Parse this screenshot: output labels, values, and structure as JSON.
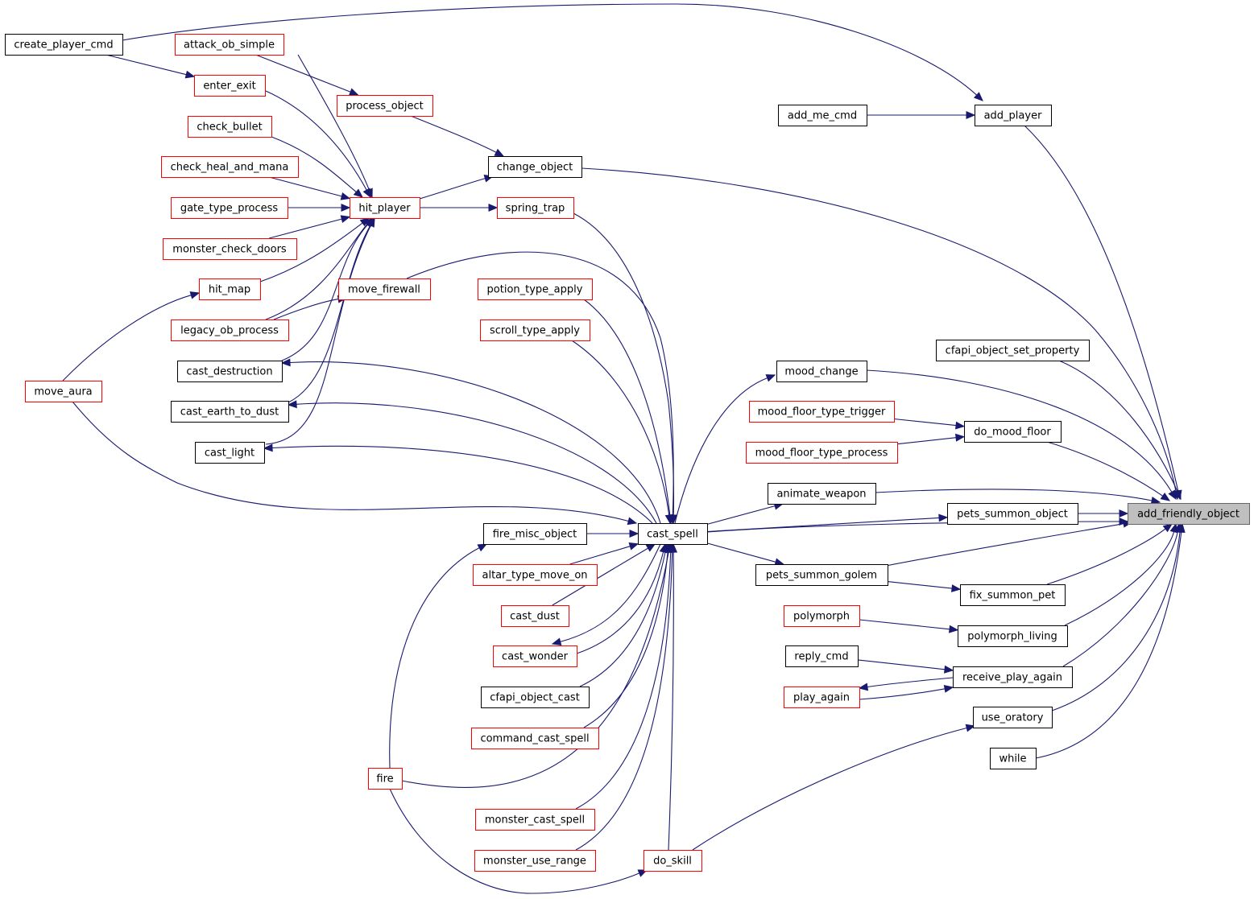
{
  "colors": {
    "edge": "#191970",
    "border_default": "#000000",
    "border_external": "#ff0000",
    "focus_fill": "#bfbfbf",
    "fill": "#ffffff"
  },
  "nodes": {
    "add_friendly_object": {
      "label": "add_friendly_object",
      "style": "focus"
    },
    "add_player": {
      "label": "add_player",
      "style": "black"
    },
    "add_me_cmd": {
      "label": "add_me_cmd",
      "style": "black"
    },
    "create_player_cmd": {
      "label": "create_player_cmd",
      "style": "black"
    },
    "attack_ob_simple": {
      "label": "attack_ob_simple",
      "style": "red"
    },
    "enter_exit": {
      "label": "enter_exit",
      "style": "red"
    },
    "process_object": {
      "label": "process_object",
      "style": "red"
    },
    "check_bullet": {
      "label": "check_bullet",
      "style": "red"
    },
    "check_heal_and_mana": {
      "label": "check_heal_and_mana",
      "style": "red"
    },
    "gate_type_process": {
      "label": "gate_type_process",
      "style": "red"
    },
    "monster_check_doors": {
      "label": "monster_check_doors",
      "style": "red"
    },
    "hit_map": {
      "label": "hit_map",
      "style": "red"
    },
    "legacy_ob_process": {
      "label": "legacy_ob_process",
      "style": "red"
    },
    "move_aura": {
      "label": "move_aura",
      "style": "red"
    },
    "cast_destruction": {
      "label": "cast_destruction",
      "style": "black"
    },
    "cast_earth_to_dust": {
      "label": "cast_earth_to_dust",
      "style": "black"
    },
    "cast_light": {
      "label": "cast_light",
      "style": "black"
    },
    "hit_player": {
      "label": "hit_player",
      "style": "red"
    },
    "change_object": {
      "label": "change_object",
      "style": "black"
    },
    "spring_trap": {
      "label": "spring_trap",
      "style": "red"
    },
    "move_firewall": {
      "label": "move_firewall",
      "style": "red"
    },
    "potion_type_apply": {
      "label": "potion_type_apply",
      "style": "red"
    },
    "scroll_type_apply": {
      "label": "scroll_type_apply",
      "style": "red"
    },
    "fire_misc_object": {
      "label": "fire_misc_object",
      "style": "black"
    },
    "altar_type_move_on": {
      "label": "altar_type_move_on",
      "style": "red"
    },
    "cast_dust": {
      "label": "cast_dust",
      "style": "red"
    },
    "cast_wonder": {
      "label": "cast_wonder",
      "style": "red"
    },
    "cfapi_object_cast": {
      "label": "cfapi_object_cast",
      "style": "black"
    },
    "command_cast_spell": {
      "label": "command_cast_spell",
      "style": "red"
    },
    "fire": {
      "label": "fire",
      "style": "red"
    },
    "monster_cast_spell": {
      "label": "monster_cast_spell",
      "style": "red"
    },
    "monster_use_range": {
      "label": "monster_use_range",
      "style": "red"
    },
    "do_skill": {
      "label": "do_skill",
      "style": "red"
    },
    "cast_spell": {
      "label": "cast_spell",
      "style": "black"
    },
    "mood_change": {
      "label": "mood_change",
      "style": "black"
    },
    "mood_floor_type_trigger": {
      "label": "mood_floor_type_trigger",
      "style": "red"
    },
    "mood_floor_type_process": {
      "label": "mood_floor_type_process",
      "style": "red"
    },
    "animate_weapon": {
      "label": "animate_weapon",
      "style": "black"
    },
    "pets_summon_golem": {
      "label": "pets_summon_golem",
      "style": "black"
    },
    "polymorph": {
      "label": "polymorph",
      "style": "red"
    },
    "reply_cmd": {
      "label": "reply_cmd",
      "style": "black"
    },
    "play_again": {
      "label": "play_again",
      "style": "red"
    },
    "cfapi_object_set_property": {
      "label": "cfapi_object_set_property",
      "style": "black"
    },
    "do_mood_floor": {
      "label": "do_mood_floor",
      "style": "black"
    },
    "pets_summon_object": {
      "label": "pets_summon_object",
      "style": "black"
    },
    "fix_summon_pet": {
      "label": "fix_summon_pet",
      "style": "black"
    },
    "polymorph_living": {
      "label": "polymorph_living",
      "style": "black"
    },
    "receive_play_again": {
      "label": "receive_play_again",
      "style": "black"
    },
    "use_oratory": {
      "label": "use_oratory",
      "style": "black"
    },
    "while": {
      "label": "while",
      "style": "black"
    }
  },
  "edges": [
    [
      "add_player",
      "add_friendly_object"
    ],
    [
      "change_object",
      "add_friendly_object"
    ],
    [
      "cfapi_object_set_property",
      "add_friendly_object"
    ],
    [
      "mood_change",
      "add_friendly_object"
    ],
    [
      "do_mood_floor",
      "add_friendly_object"
    ],
    [
      "animate_weapon",
      "add_friendly_object"
    ],
    [
      "pets_summon_object",
      "add_friendly_object"
    ],
    [
      "cast_spell",
      "add_friendly_object"
    ],
    [
      "pets_summon_golem",
      "add_friendly_object"
    ],
    [
      "fix_summon_pet",
      "add_friendly_object"
    ],
    [
      "polymorph_living",
      "add_friendly_object"
    ],
    [
      "receive_play_again",
      "add_friendly_object"
    ],
    [
      "use_oratory",
      "add_friendly_object"
    ],
    [
      "while",
      "add_friendly_object"
    ],
    [
      "add_me_cmd",
      "add_player"
    ],
    [
      "create_player_cmd",
      "add_player"
    ],
    [
      "create_player_cmd",
      "enter_exit"
    ],
    [
      "attack_ob_simple",
      "process_object"
    ],
    [
      "process_object",
      "change_object"
    ],
    [
      "hit_player",
      "change_object"
    ],
    [
      "attack_ob_simple",
      "hit_player"
    ],
    [
      "enter_exit",
      "hit_player"
    ],
    [
      "check_bullet",
      "hit_player"
    ],
    [
      "check_heal_and_mana",
      "hit_player"
    ],
    [
      "gate_type_process",
      "hit_player"
    ],
    [
      "monster_check_doors",
      "hit_player"
    ],
    [
      "hit_map",
      "hit_player"
    ],
    [
      "legacy_ob_process",
      "hit_player"
    ],
    [
      "cast_destruction",
      "hit_player"
    ],
    [
      "cast_earth_to_dust",
      "hit_player"
    ],
    [
      "cast_light",
      "hit_player"
    ],
    [
      "move_aura",
      "hit_map"
    ],
    [
      "legacy_ob_process",
      "move_firewall"
    ],
    [
      "hit_player",
      "spring_trap"
    ],
    [
      "spring_trap",
      "cast_spell"
    ],
    [
      "move_firewall",
      "cast_spell"
    ],
    [
      "potion_type_apply",
      "cast_spell"
    ],
    [
      "scroll_type_apply",
      "cast_spell"
    ],
    [
      "cast_spell",
      "cast_destruction"
    ],
    [
      "cast_spell",
      "cast_earth_to_dust"
    ],
    [
      "cast_spell",
      "cast_light"
    ],
    [
      "move_aura",
      "cast_spell"
    ],
    [
      "fire_misc_object",
      "cast_spell"
    ],
    [
      "altar_type_move_on",
      "cast_spell"
    ],
    [
      "cast_dust",
      "cast_spell"
    ],
    [
      "cast_spell",
      "cast_wonder"
    ],
    [
      "cast_wonder",
      "cast_spell"
    ],
    [
      "cfapi_object_cast",
      "cast_spell"
    ],
    [
      "command_cast_spell",
      "cast_spell"
    ],
    [
      "fire",
      "cast_spell"
    ],
    [
      "monster_cast_spell",
      "cast_spell"
    ],
    [
      "monster_use_range",
      "cast_spell"
    ],
    [
      "do_skill",
      "cast_spell"
    ],
    [
      "fire",
      "fire_misc_object"
    ],
    [
      "fire",
      "do_skill"
    ],
    [
      "cast_spell",
      "mood_change"
    ],
    [
      "mood_floor_type_trigger",
      "do_mood_floor"
    ],
    [
      "mood_floor_type_process",
      "do_mood_floor"
    ],
    [
      "cast_spell",
      "animate_weapon"
    ],
    [
      "cast_spell",
      "pets_summon_object"
    ],
    [
      "cast_spell",
      "pets_summon_golem"
    ],
    [
      "pets_summon_golem",
      "fix_summon_pet"
    ],
    [
      "polymorph",
      "polymorph_living"
    ],
    [
      "reply_cmd",
      "receive_play_again"
    ],
    [
      "receive_play_again",
      "play_again"
    ],
    [
      "play_again",
      "receive_play_again"
    ],
    [
      "do_skill",
      "use_oratory"
    ]
  ]
}
